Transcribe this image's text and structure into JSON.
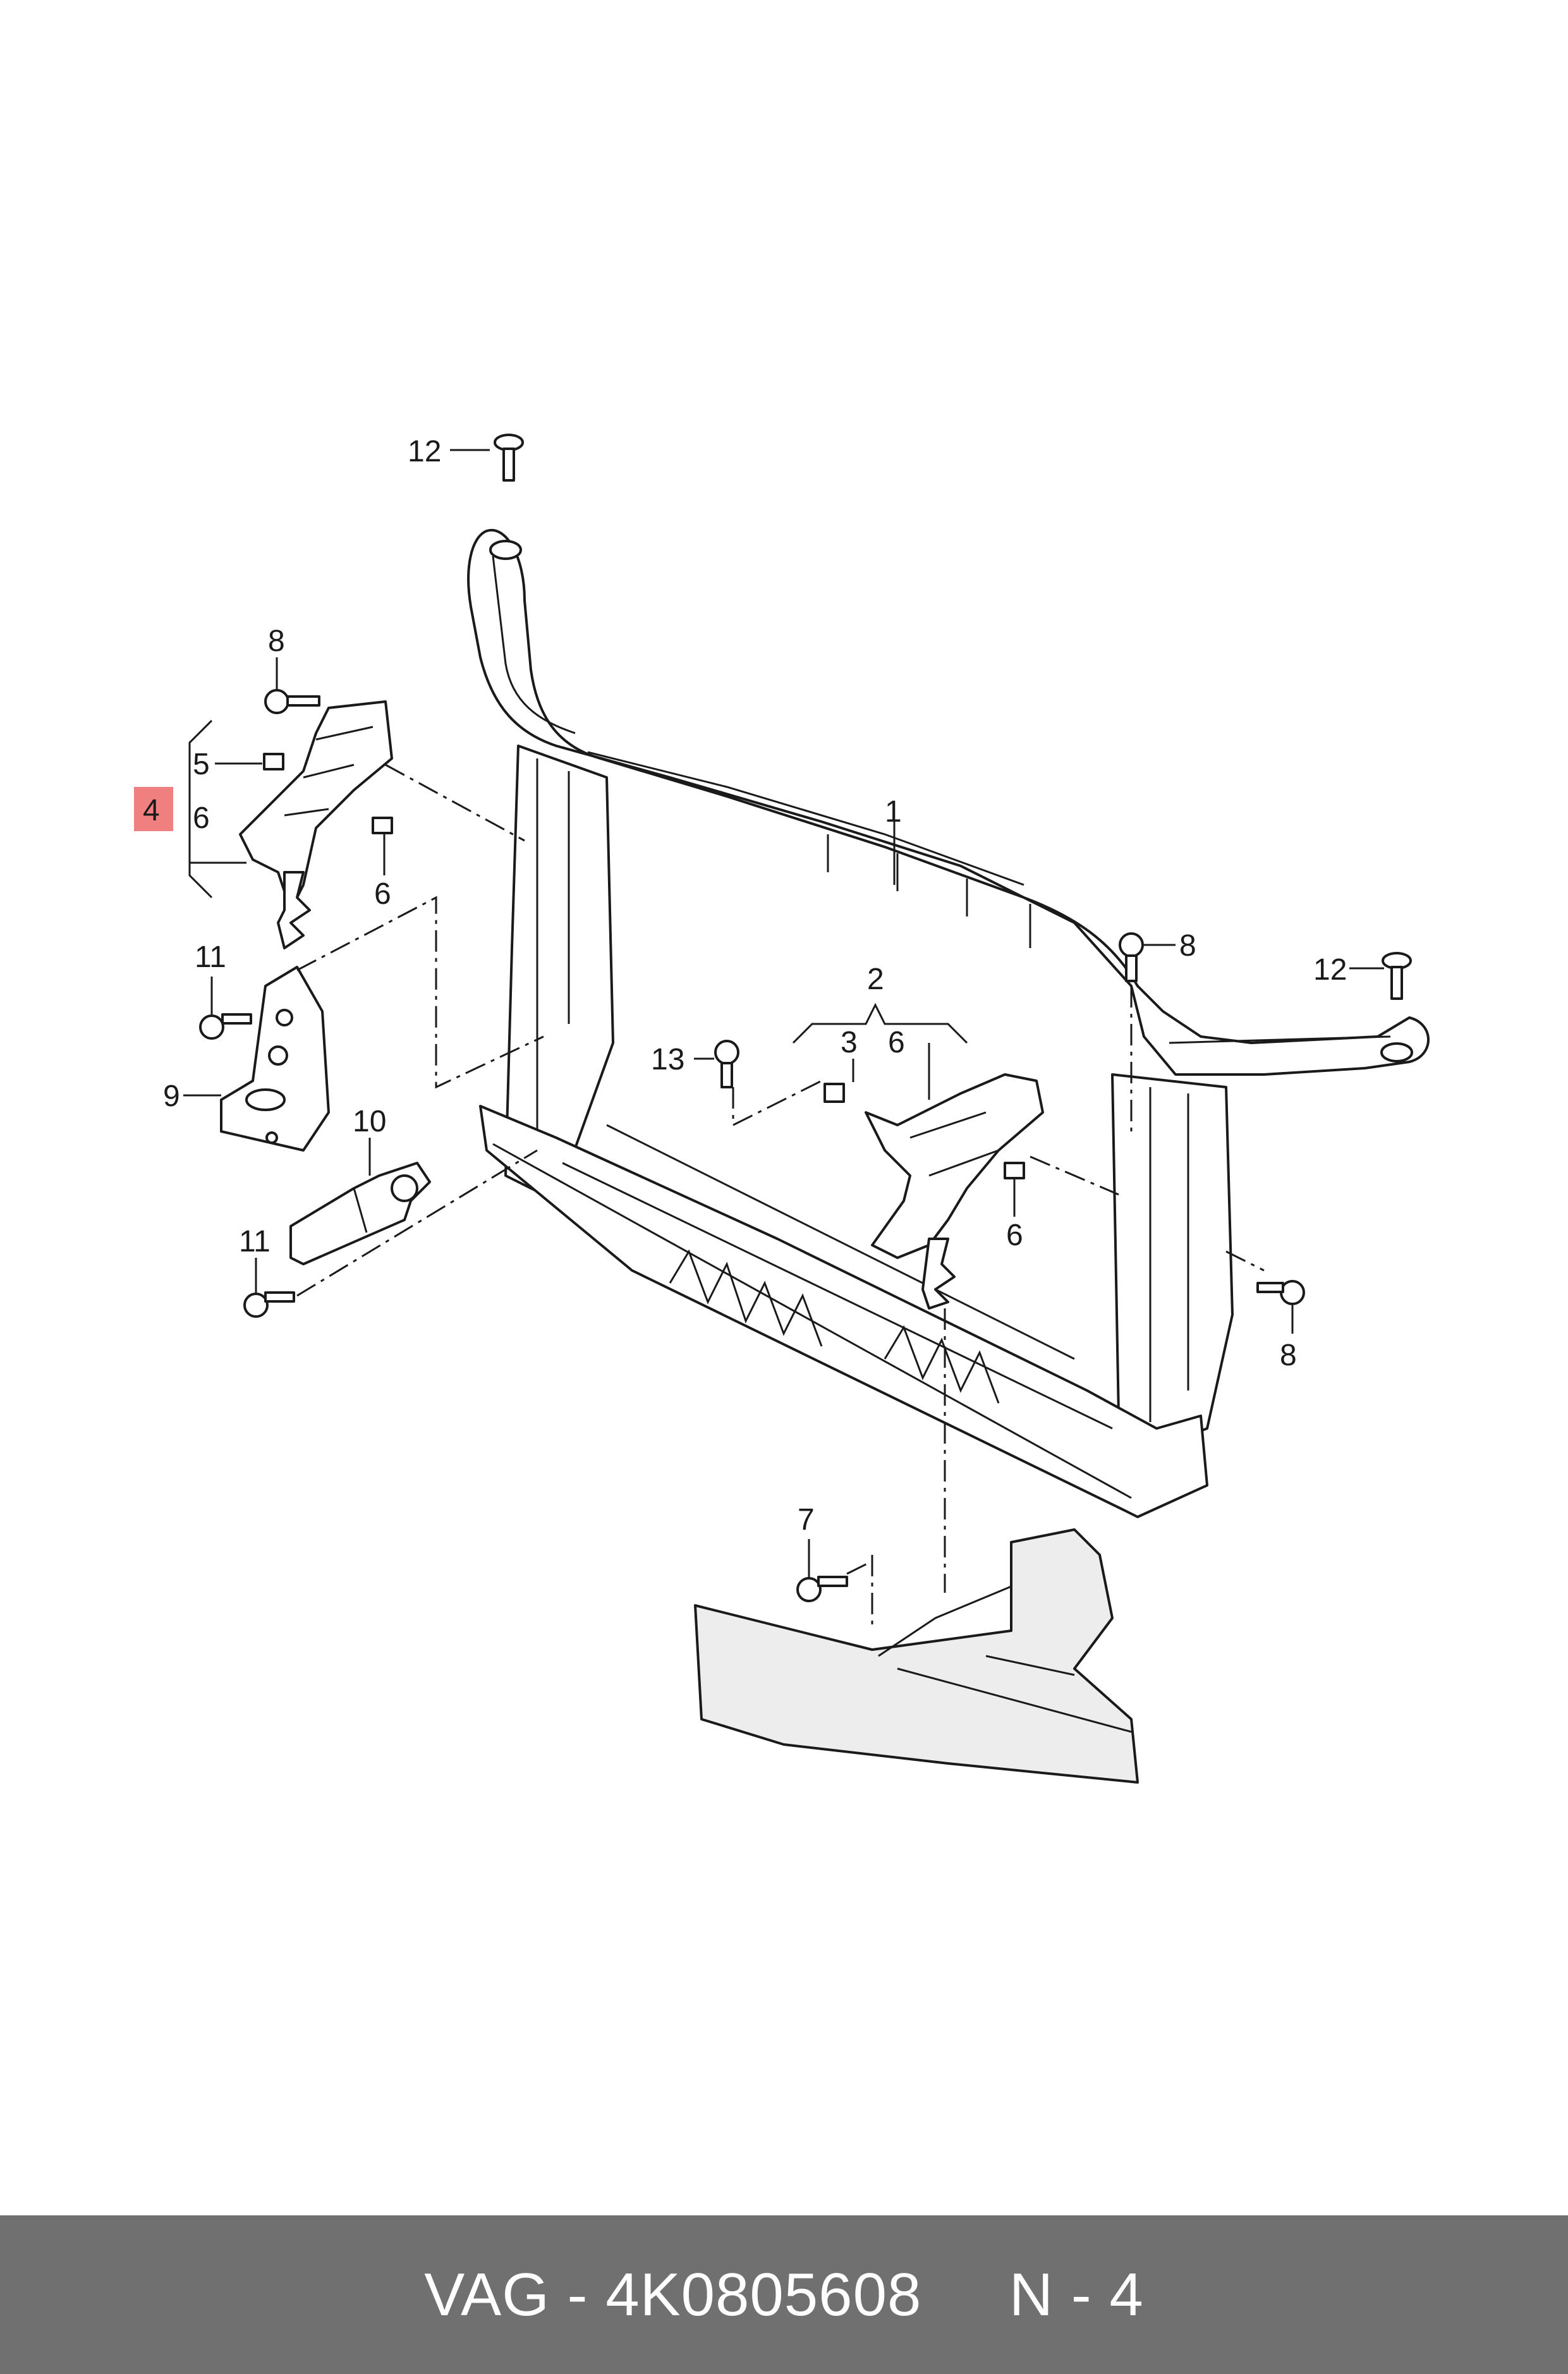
{
  "callouts": {
    "c1": "1",
    "c2": "2",
    "c3": "3",
    "c4": "4",
    "c5": "5",
    "c6a": "6",
    "c6b": "6",
    "c6c": "6",
    "c6d": "6",
    "c7": "7",
    "c8a": "8",
    "c8b": "8",
    "c8c": "8",
    "c9": "9",
    "c10": "10",
    "c11a": "11",
    "c11b": "11",
    "c12a": "12",
    "c12b": "12",
    "c13": "13"
  },
  "highlight": {
    "part_number": "4",
    "color": "#f08080"
  },
  "footer": {
    "text": "VAG - 4K0805608     N - 4",
    "background": "#707070",
    "color": "#ffffff"
  }
}
